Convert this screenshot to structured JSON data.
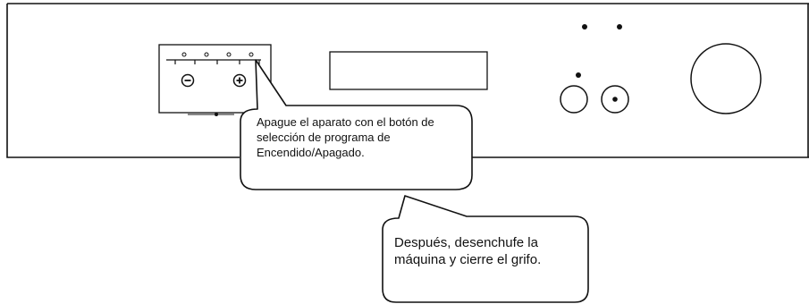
{
  "callouts": [
    {
      "id": "power-off",
      "text": "Apague el aparato con el botón de selección de programa de Encendido/Apagado."
    },
    {
      "id": "unplug",
      "text": "Después, desenchufe la máquina y cierre el grifo."
    }
  ],
  "dial": {
    "minus_symbol": "−",
    "plus_symbol": "+"
  },
  "colors": {
    "stroke": "#111111",
    "background": "#ffffff"
  }
}
